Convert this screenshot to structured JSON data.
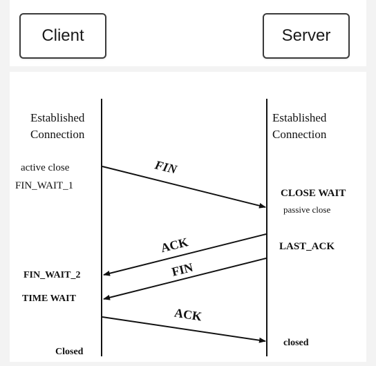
{
  "header": {
    "client_label": "Client",
    "server_label": "Server"
  },
  "client_states": {
    "established_line1": "Established",
    "established_line2": "Connection",
    "active_close": "active close",
    "fin_wait_1": "FIN_WAIT_1",
    "fin_wait_2": "FIN_WAIT_2",
    "time_wait": "TIME WAIT",
    "closed": "Closed"
  },
  "server_states": {
    "established_line1": "Established",
    "established_line2": "Connection",
    "close_wait": "CLOSE WAIT",
    "passive_close": "passive close",
    "last_ack": "LAST_ACK",
    "closed": "closed"
  },
  "messages": {
    "fin_1": "FIN",
    "ack_1": "ACK",
    "fin_2": "FIN",
    "ack_2": "ACK"
  },
  "colors": {
    "line": "#111111",
    "box_border": "#3a3a3a"
  }
}
